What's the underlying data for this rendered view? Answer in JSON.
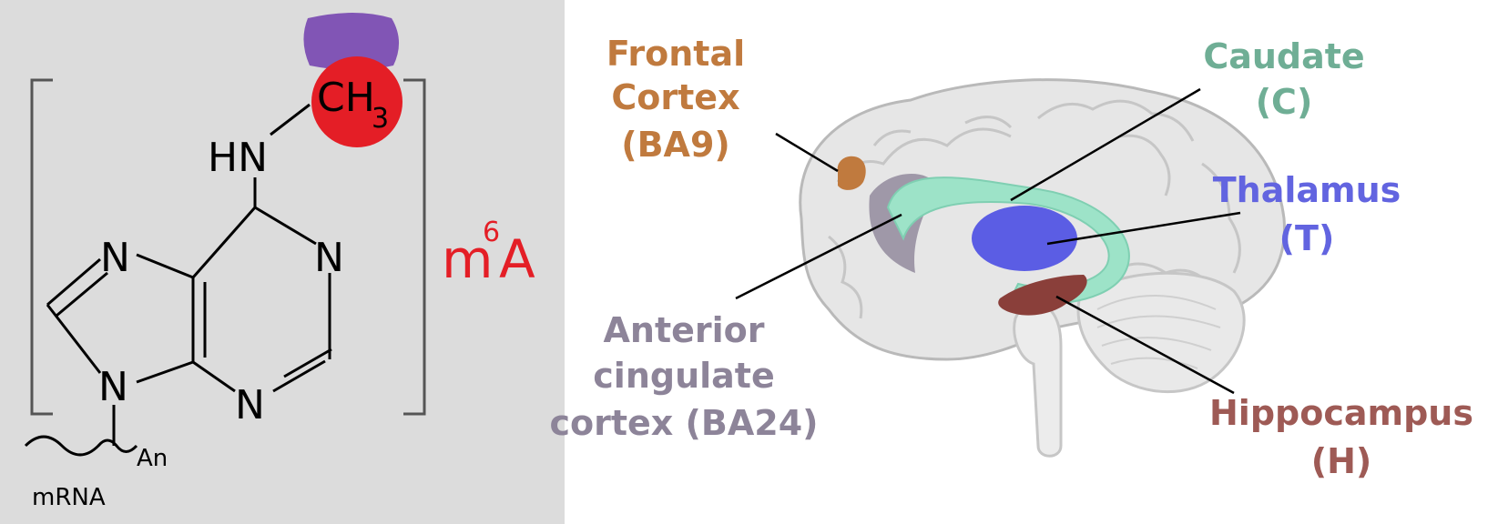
{
  "molecule": {
    "atoms": {
      "hn": "HN",
      "n_imid_top": "N",
      "n_pyr_right": "N",
      "n_imid_bottom": "N",
      "n_pyr_bottom": "N"
    },
    "methyl": {
      "ch": "CH",
      "subscript": "3"
    },
    "tail": {
      "an": "An",
      "mrna": "mRNA"
    },
    "modification": {
      "base": "m",
      "superscript": "6",
      "letter": "A"
    },
    "colors": {
      "methyl_circle": "#e41e26",
      "cap": "#8155b5",
      "label": "#e41e26"
    }
  },
  "brain": {
    "labels": {
      "frontal": [
        "Frontal",
        "Cortex",
        "(BA9)"
      ],
      "caudate": [
        "Caudate",
        "(C)"
      ],
      "thalamus": [
        "Thalamus",
        "(T)"
      ],
      "cingulate": [
        "Anterior",
        "cingulate",
        "cortex (BA24)"
      ],
      "hippocampus": [
        "Hippocampus",
        "(H)"
      ]
    },
    "colors": {
      "frontal": "#c07a3e",
      "caudate": "#6fae95",
      "thalamus": "#6264e0",
      "cingulate": "#8d8499",
      "hippocampus": "#9e5a55",
      "brain": "#e6e6e6",
      "outline": "#b9b9b9"
    }
  }
}
